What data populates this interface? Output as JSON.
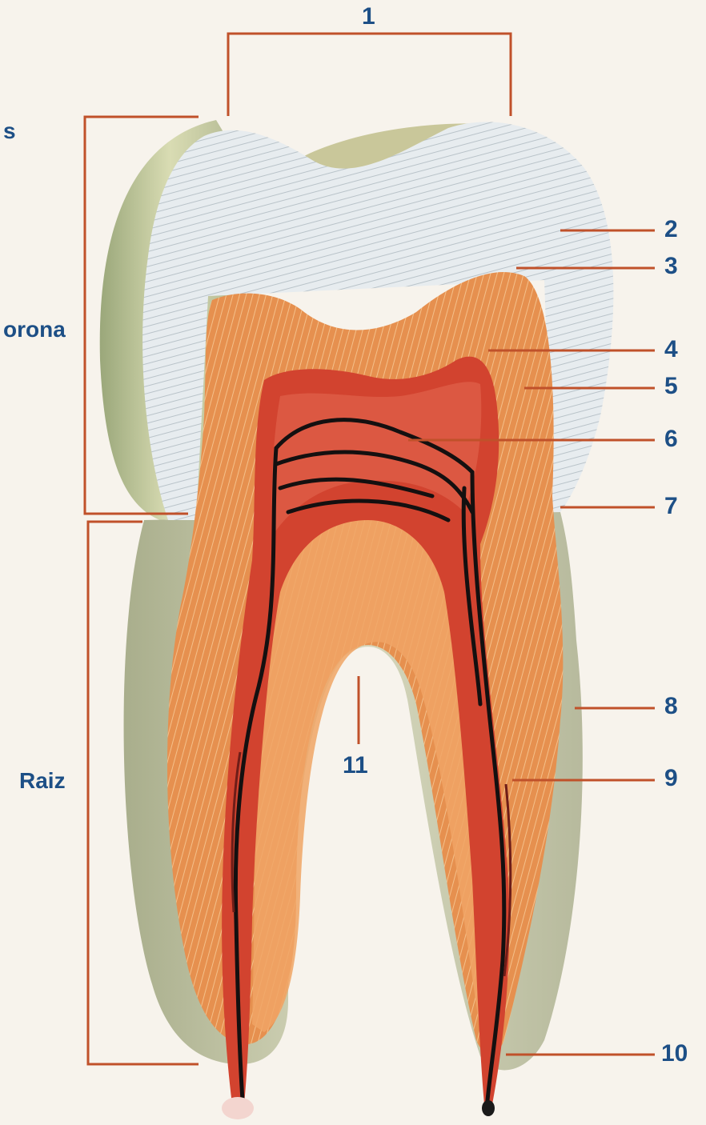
{
  "diagram": {
    "labels": {
      "n1": "1",
      "n2": "2",
      "n3": "3",
      "n4": "4",
      "n5": "5",
      "n6": "6",
      "n7": "7",
      "n8": "8",
      "n9": "9",
      "n10": "10",
      "n11": "11",
      "corona_cut": "orona",
      "corona_s": "s",
      "raiz": "Raiz"
    },
    "colors": {
      "label_text": "#1d4f86",
      "leader_line": "#c0512a",
      "enamel": "#e6ebee",
      "dentin": "#e58f4f",
      "pulp": "#cf4132",
      "cementum": "#c9c9a3",
      "vessel": "#141010"
    }
  }
}
